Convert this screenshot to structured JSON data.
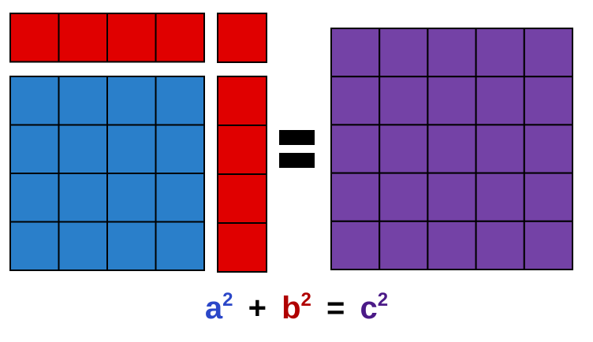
{
  "colors": {
    "a_square": "#2a7fca",
    "b_square": "#e00000",
    "c_square": "#7442a6",
    "grid_line": "#000000",
    "equals_sign": "#000000",
    "a_text": "#2b47c8",
    "b_text": "#b00000",
    "c_text": "#4b1a87",
    "operator_text": "#000000"
  },
  "grids": {
    "a_square": {
      "cols": 4,
      "rows": 4
    },
    "b_square_top_row": {
      "cols": 4,
      "rows": 1
    },
    "b_square_corner": {
      "cols": 1,
      "rows": 1
    },
    "b_square_column": {
      "cols": 1,
      "rows": 4
    },
    "c_square": {
      "cols": 5,
      "rows": 5
    }
  },
  "formula": {
    "a": "a",
    "a_exp": "2",
    "plus": "+",
    "b": "b",
    "b_exp": "2",
    "equals": "=",
    "c": "c",
    "c_exp": "2"
  }
}
